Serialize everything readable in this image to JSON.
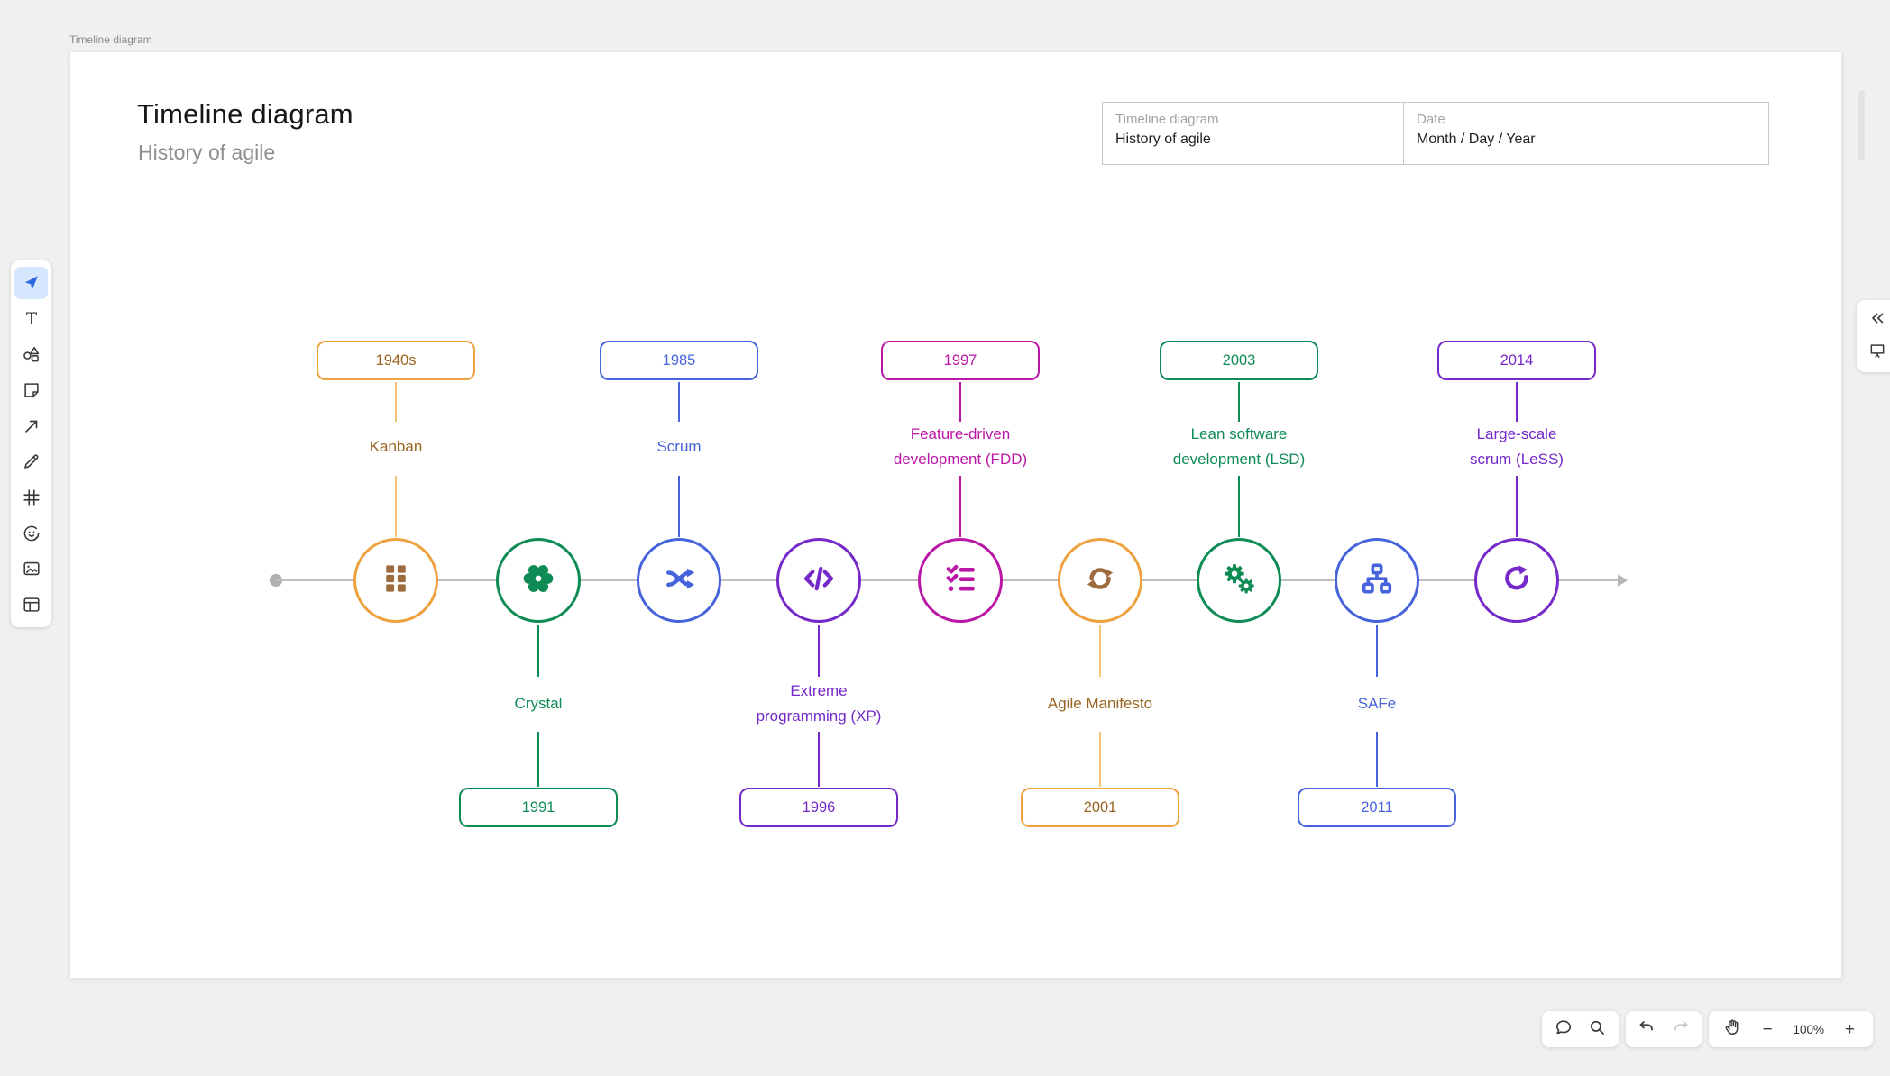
{
  "app": {
    "file_tab_label": "Timeline diagram",
    "background_color": "#F0F0F1"
  },
  "canvas": {
    "title": "Timeline diagram",
    "subtitle": "History of agile"
  },
  "info_table": {
    "columns": [
      {
        "label": "Timeline diagram",
        "value": "History of agile"
      },
      {
        "label": "Date",
        "value": "Month / Day / Year"
      }
    ]
  },
  "left_toolbar": {
    "tools": [
      {
        "name": "select",
        "icon": "cursor-icon",
        "active": true
      },
      {
        "name": "text",
        "icon": "text-icon"
      },
      {
        "name": "shapes",
        "icon": "shapes-icon"
      },
      {
        "name": "sticky-note",
        "icon": "sticky-note-icon"
      },
      {
        "name": "connector",
        "icon": "arrow-icon"
      },
      {
        "name": "pen",
        "icon": "pencil-icon"
      },
      {
        "name": "frame",
        "icon": "frame-icon"
      },
      {
        "name": "sticker",
        "icon": "sticker-icon"
      },
      {
        "name": "image",
        "icon": "image-icon"
      },
      {
        "name": "table",
        "icon": "table-icon"
      }
    ]
  },
  "right_panel": {
    "icons": [
      "collapse-panel-icon",
      "presentation-icon"
    ]
  },
  "timeline": {
    "start": "dot",
    "end": "arrow",
    "nodes": [
      {
        "year": "1940s",
        "label": "Kanban",
        "side": "above",
        "icon": "kanban-board-icon",
        "color": {
          "border": "#EDA23F",
          "line": "#F5C472",
          "text": "#9A6420",
          "icon": "#9E6B3F"
        }
      },
      {
        "year": "1991",
        "label": "Crystal",
        "side": "below",
        "icon": "atom-icon",
        "color": {
          "border": "#0F8C55",
          "line": "#0F8C55",
          "text": "#0F8C55",
          "icon": "#0F8C55"
        }
      },
      {
        "year": "1985",
        "label": "Scrum",
        "side": "above",
        "icon": "shuffle-icon",
        "color": {
          "border": "#4663DB",
          "line": "#4663DB",
          "text": "#4663DB",
          "icon": "#4663DB"
        }
      },
      {
        "year": "1996",
        "label": "Extreme\nprogramming (XP)",
        "side": "below",
        "icon": "code-icon",
        "color": {
          "border": "#7429C8",
          "line": "#7429C8",
          "text": "#7429C8",
          "icon": "#7429C8"
        }
      },
      {
        "year": "1997",
        "label": "Feature-driven\ndevelopment (FDD)",
        "side": "above",
        "icon": "checklist-icon",
        "color": {
          "border": "#BB17A7",
          "line": "#BB17A7",
          "text": "#BB17A7",
          "icon": "#BB17A7"
        }
      },
      {
        "year": "2001",
        "label": "Agile Manifesto",
        "side": "below",
        "icon": "sync-icon",
        "color": {
          "border": "#EDA23F",
          "line": "#F5C472",
          "text": "#9A6420",
          "icon": "#9E6B3F"
        }
      },
      {
        "year": "2003",
        "label": "Lean software\ndevelopment (LSD)",
        "side": "above",
        "icon": "gears-icon",
        "color": {
          "border": "#0F8C55",
          "line": "#0F8C55",
          "text": "#0F8C55",
          "icon": "#0F8C55"
        }
      },
      {
        "year": "2011",
        "label": "SAFe",
        "side": "below",
        "icon": "sitemap-icon",
        "color": {
          "border": "#4663DB",
          "line": "#4663DB",
          "text": "#4663DB",
          "icon": "#4663DB"
        }
      },
      {
        "year": "2014",
        "label": "Large-scale\nscrum (LeSS)",
        "side": "above",
        "icon": "rotate-cw-icon",
        "color": {
          "border": "#7429C8",
          "line": "#7429C8",
          "text": "#7429C8",
          "icon": "#7429C8"
        }
      }
    ]
  },
  "footer": {
    "comment_bar_icons": [
      "chat-icon",
      "search-icon"
    ],
    "history": {
      "undo_enabled": true,
      "redo_enabled": false
    },
    "zoom_controls": {
      "zoom_out": "−",
      "zoom_level": "100%",
      "zoom_in": "+"
    }
  }
}
